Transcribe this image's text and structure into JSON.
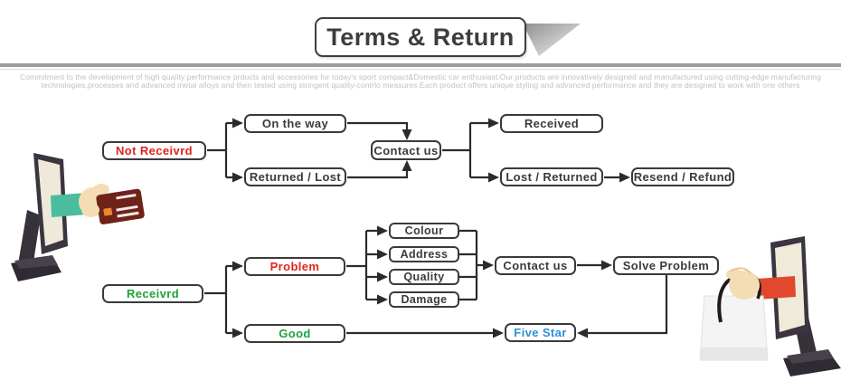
{
  "title": "Terms & Return",
  "description": {
    "line1": "Commitment to the development of high quality performance prducts and accessories for today's sport compact&Domestic car enthusiast.Our products are innovatively designed and manufactured using cutting-edge manufacturing",
    "line2": "technologies,processes and advanced metal alloys and then tested using stringent quality-contrlo measures.Each  product offers unique styling and advanced performance and they are designed to work with one others"
  },
  "flow_top": {
    "not_received": "Not Receivrd",
    "on_the_way": "On the way",
    "returned_lost": "Returned / Lost",
    "contact_us": "Contact us",
    "received": "Received",
    "lost_returned": "Lost / Returned",
    "resend_refund": "Resend / Refund"
  },
  "flow_bottom": {
    "received": "Receivrd",
    "problem": "Problem",
    "good": "Good",
    "reasons": {
      "colour": "Colour",
      "address": "Address",
      "quality": "Quality",
      "damage": "Damage"
    },
    "contact_us": "Contact us",
    "solve_problem": "Solve Problem",
    "five_star": "Five Star"
  },
  "colors": {
    "negative_text": "#e0241d",
    "positive_text": "#1ea33a",
    "highlight_text": "#2e8fd8",
    "node_border": "#3a3a3a",
    "connector": "#2b2b2b",
    "description_text": "#c0c0c0",
    "divider": "#9c9c9c",
    "sleeve_left": "#49bd9d",
    "sleeve_right": "#e2482e",
    "card": "#6f2318"
  }
}
